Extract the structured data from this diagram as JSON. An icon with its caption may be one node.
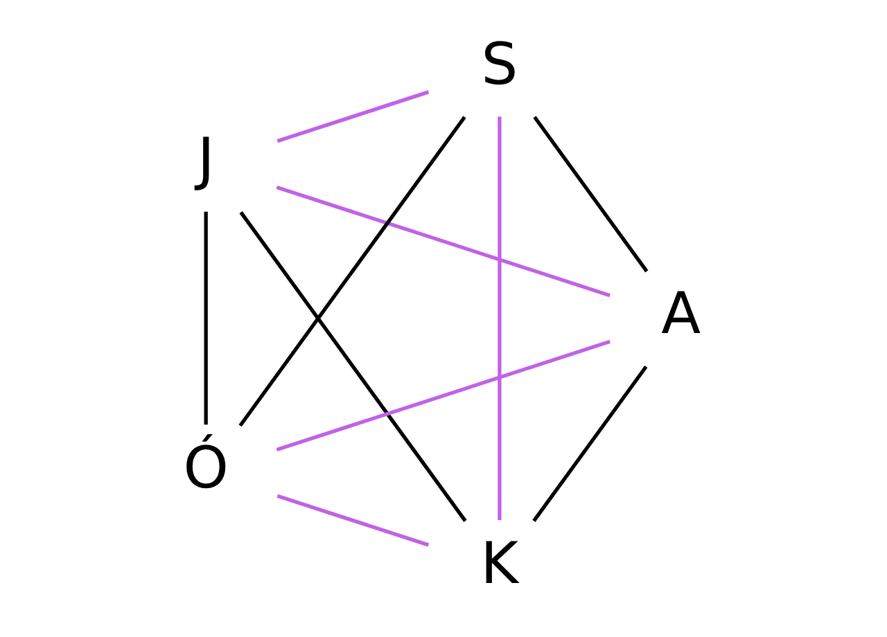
{
  "diagram": {
    "nodes": [
      {
        "text": [
          "K"
        ]
      },
      {
        "text": [
          "A"
        ]
      },
      {
        "text": [
          "J"
        ]
      },
      {
        "text": [
          "S"
        ]
      },
      {
        "text": [
          "Ó"
        ]
      }
    ],
    "edges": [
      {
        "from": 1,
        "to": 0,
        "arrow": "none"
      },
      {
        "from": 0,
        "to": 2,
        "arrow": "none"
      },
      {
        "from": 2,
        "to": 4,
        "arrow": "none"
      },
      {
        "from": 4,
        "to": 3,
        "arrow": "none"
      },
      {
        "from": 3,
        "to": 1,
        "arrow": "none"
      },
      {
        "from": 1,
        "to": 2,
        "arrow": "none",
        "color": "#c062e6"
      },
      {
        "from": 1,
        "to": 4,
        "arrow": "none",
        "color": "#c062e6"
      },
      {
        "from": 0,
        "to": 3,
        "arrow": "none",
        "color": "#c062e6"
      },
      {
        "from": 0,
        "to": 4,
        "arrow": "none",
        "color": "#c062e6"
      },
      {
        "from": 3,
        "to": 2,
        "arrow": "none",
        "color": "#c062e6"
      }
    ]
  }
}
